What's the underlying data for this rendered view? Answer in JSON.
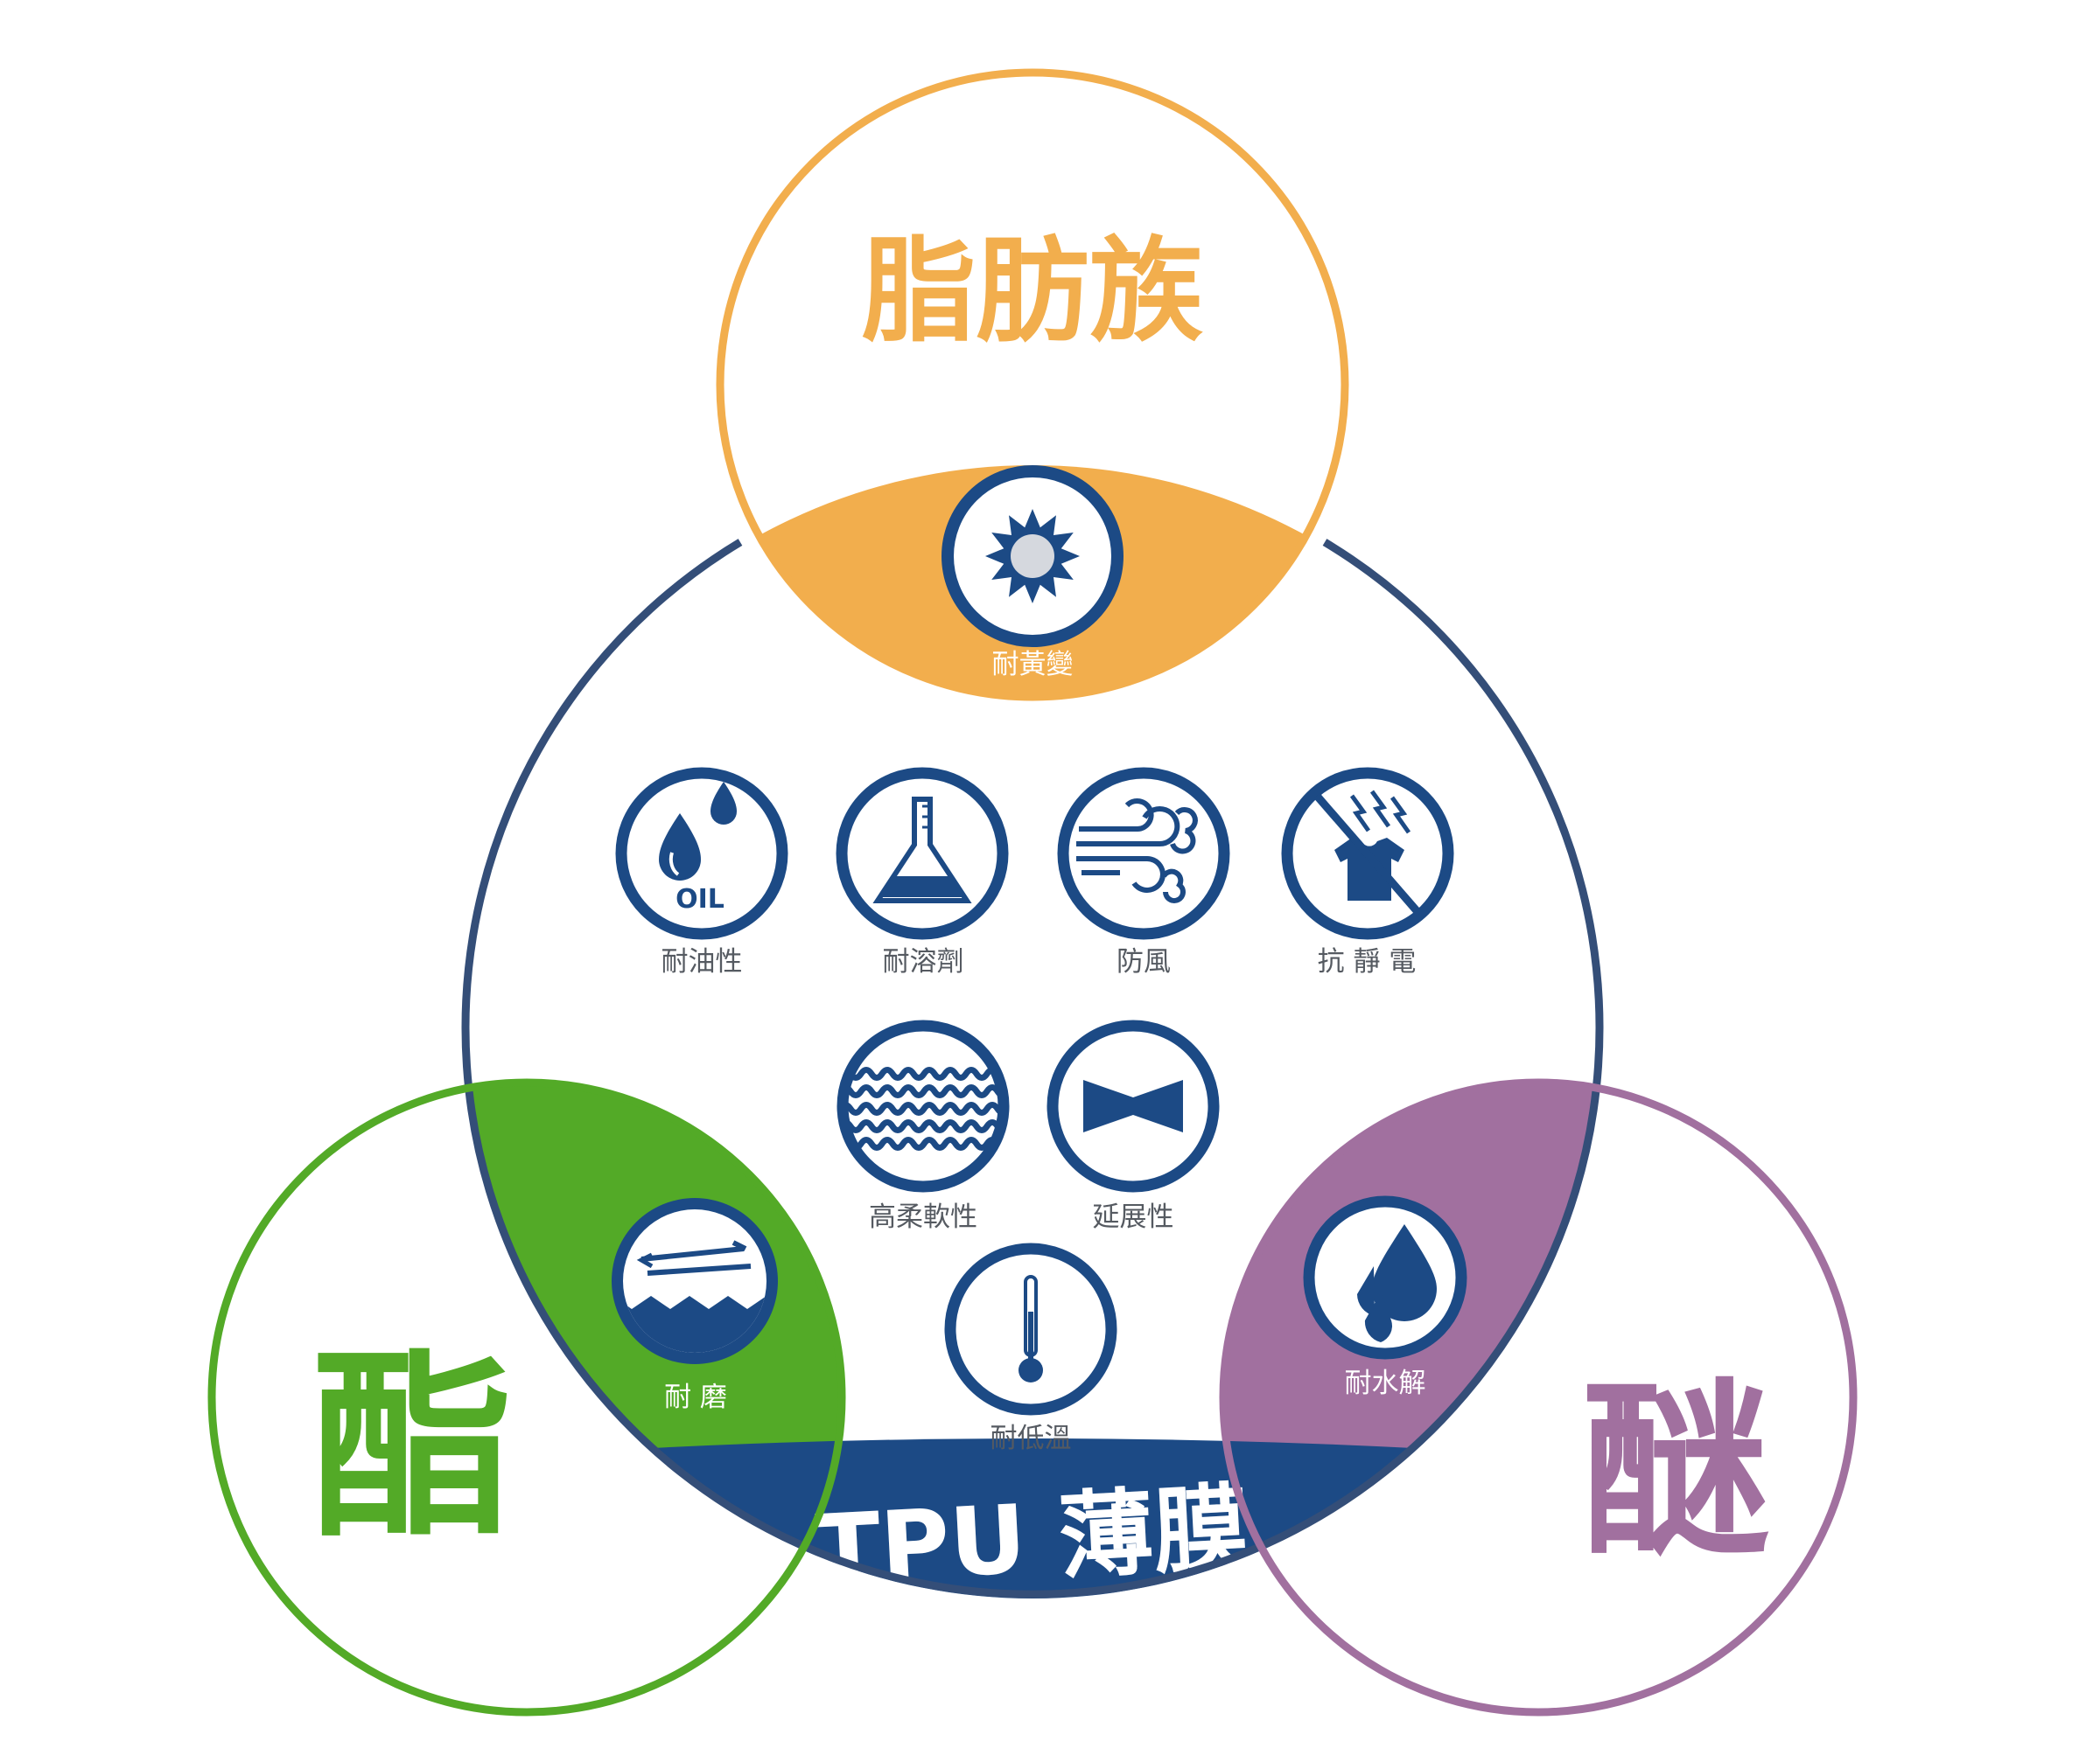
{
  "colors": {
    "navy": "#1c4a85",
    "outline_navy": "#344e78",
    "orange": "#f2ae4d",
    "green": "#53aa27",
    "purple": "#a1709f",
    "white": "#ffffff",
    "sun_core": "#d5d8de",
    "label_grey": "#555a61"
  },
  "circles": {
    "top": {
      "title": "脂肪族",
      "feature": "耐黃變",
      "icon": "sun-icon"
    },
    "left": {
      "title": "酯",
      "feature": "耐 磨",
      "icon": "abrasion-icon"
    },
    "right": {
      "title": "醚",
      "feature": "耐水解",
      "icon": "water-drops-icon"
    }
  },
  "center": {
    "banner": "TPU 薄膜",
    "features": [
      {
        "label": "耐油性",
        "icon": "oil-drop-icon",
        "icon_text": "OIL"
      },
      {
        "label": "耐溶劑",
        "icon": "flask-icon"
      },
      {
        "label": "防風",
        "icon": "wind-icon"
      },
      {
        "label": "抗 靜 電",
        "icon": "antistatic-shirt-icon"
      },
      {
        "label": "高柔軟性",
        "icon": "waves-icon"
      },
      {
        "label": "延展性",
        "icon": "stretch-icon"
      },
      {
        "label": "耐低溫",
        "icon": "thermometer-icon"
      }
    ]
  }
}
